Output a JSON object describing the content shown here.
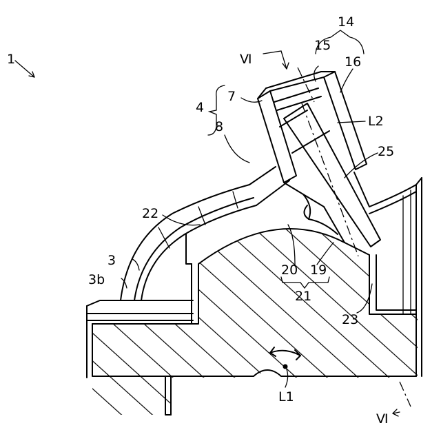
{
  "labels": {
    "assembly": "1",
    "flange": "3",
    "flange_face": "3b",
    "cap": "4",
    "cap_rim": "7",
    "cap_skirt": "8",
    "valve": "14",
    "valve_ring": "15",
    "valve_core": "16",
    "face_a": "19",
    "face_b": "20",
    "surface": "21",
    "cavity": "22",
    "groove": "23",
    "seal": "25",
    "axis_1": "L1",
    "axis_2": "L2",
    "section_top": "Ⅵ",
    "section_bottom": "Ⅵ"
  }
}
